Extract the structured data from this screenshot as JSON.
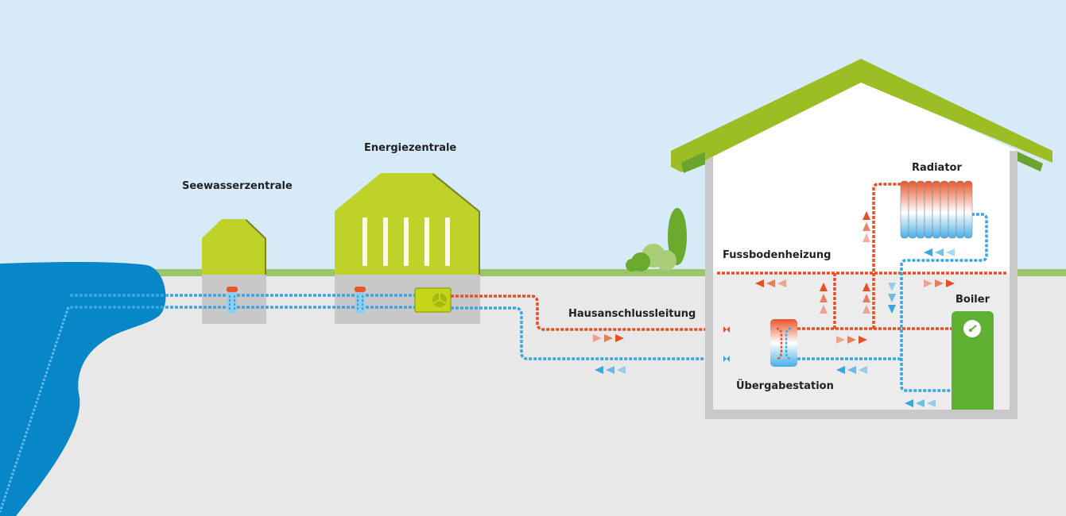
{
  "diagram": {
    "title": "Seewasser-Energieverbund Schema",
    "labels": {
      "seewasserzentrale": "Seewasserzentrale",
      "energiezentrale": "Energiezentrale",
      "hausanschlussleitung": "Hausanschlussleitung",
      "fussbodenheizung": "Fussbodenheizung",
      "radiator": "Radiator",
      "boiler": "Boiler",
      "uebergabestation": "Übergabestation"
    },
    "colors": {
      "sky": "#d6ebf7",
      "ground": "#e8e8e8",
      "grass": "#9cc46a",
      "lake": "#0787c8",
      "building_green": "#bfd22a",
      "roof_green": "#9dbd24",
      "boiler_green": "#5fb133",
      "hot_pipe": "#e84e24",
      "cold_pipe": "#3aa6e0",
      "underground_box": "#c8c8c8",
      "house_wall": "#c9c9c9",
      "text": "#222222"
    },
    "flows": [
      {
        "name": "supply",
        "direction": "right",
        "temperature": "hot"
      },
      {
        "name": "return",
        "direction": "left",
        "temperature": "cold"
      }
    ]
  }
}
